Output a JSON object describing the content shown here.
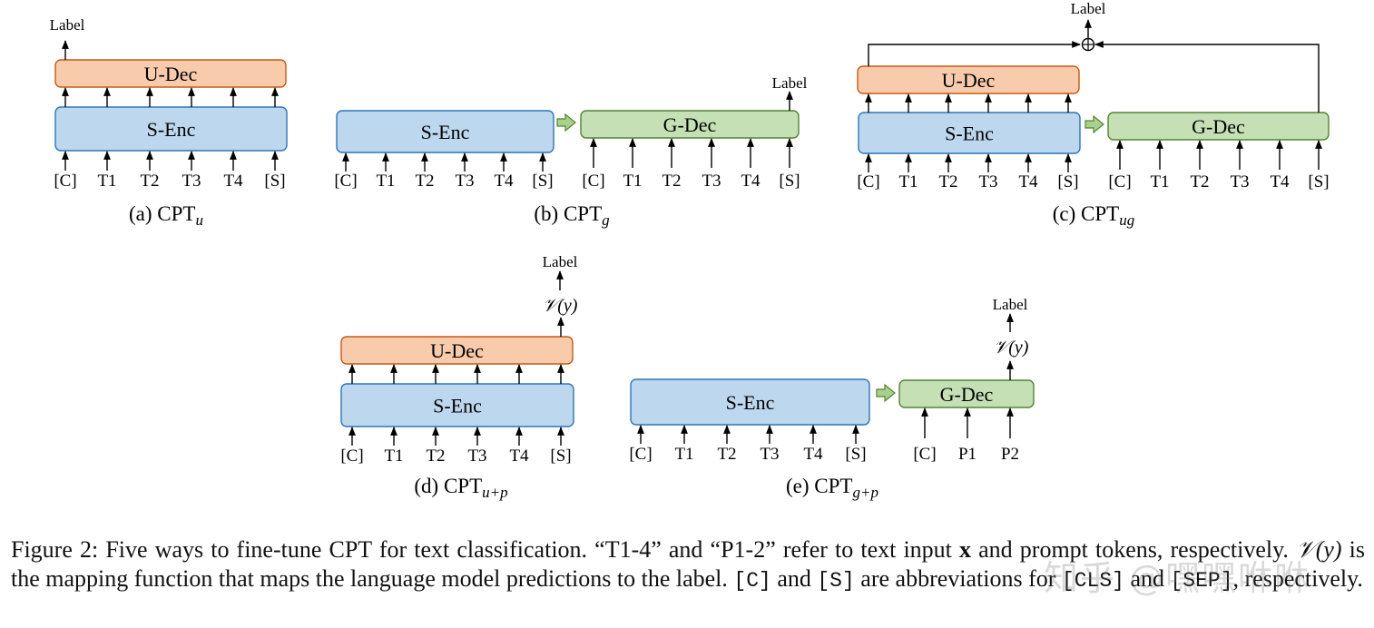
{
  "label_text": "Label",
  "mapping_label": "𝒱(y)",
  "blocks": {
    "u_dec": "U-Dec",
    "s_enc": "S-Enc",
    "g_dec": "G-Dec"
  },
  "tokens_text": [
    "[C]",
    "T1",
    "T2",
    "T3",
    "T4",
    "[S]"
  ],
  "tokens_prompt": [
    "[C]",
    "P1",
    "P2"
  ],
  "panels": {
    "a": {
      "prefix": "(a) CPT",
      "sub": "u"
    },
    "b": {
      "prefix": "(b) CPT",
      "sub": "g"
    },
    "c": {
      "prefix": "(c) CPT",
      "sub": "ug"
    },
    "d": {
      "prefix": "(d) CPT",
      "sub": "u+p"
    },
    "e": {
      "prefix": "(e) CPT",
      "sub": "g+p"
    }
  },
  "caption": {
    "part1": "Figure 2: Five ways to fine-tune CPT for text classification. “T1-4” and “P1-2” refer to text input ",
    "x": "x",
    "part2": " and prompt tokens, respectively. ",
    "vy": "𝒱(y)",
    "part3": " is the mapping function that maps the language model predictions to the label. ",
    "c_abbr": "[C]",
    "and1": " and ",
    "s_abbr": "[S]",
    "part4": " are abbreviations for ",
    "cls": "[CLS]",
    "and2": " and ",
    "sep": "[SEP]",
    "part5": ", respectively."
  },
  "watermark": "知乎 @嘿嘿咻咻",
  "colors": {
    "u_dec_fill": "#f8cbad",
    "u_dec_stroke": "#c55a11",
    "s_enc_fill": "#bdd7ee",
    "s_enc_stroke": "#2e75b6",
    "g_dec_fill": "#c5e0b4",
    "g_dec_stroke": "#548235"
  }
}
